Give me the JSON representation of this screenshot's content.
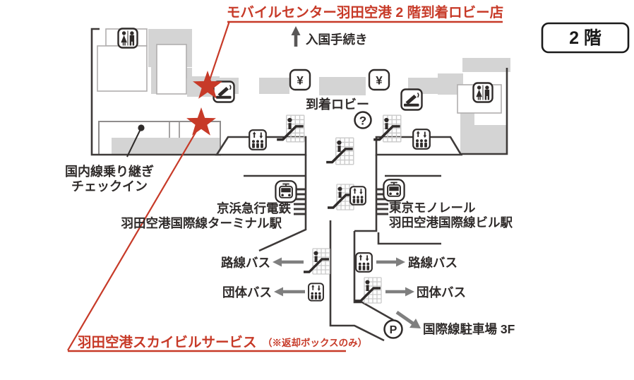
{
  "colors": {
    "accent_red": "#c73a28",
    "wall": "#3e3a39",
    "text": "#2f2b2a",
    "gray_block": "#d4d4d4",
    "light_grid": "#c9c9c9",
    "arrow_gray": "#7f7f7f",
    "dark_arrow": "#595757"
  },
  "header": {
    "store_label": "モバイルセンター羽田空港 2 階到着ロビー店",
    "floor_badge": "2 階"
  },
  "footer": {
    "service_label": "羽田空港スカイビルサービス",
    "service_note": "（※返却ボックスのみ）"
  },
  "map": {
    "immigration": "入国手続き",
    "arrival_lobby": "到着ロビー",
    "domestic_transfer": {
      "line1": "国内線乗り継ぎ",
      "line2": "チェックイン"
    },
    "stations": {
      "keikyu": {
        "line1": "京浜急行電鉄",
        "line2": "羽田空港国際線ターミナル駅"
      },
      "monorail": {
        "line1": "東京モノレール",
        "line2": "羽田空港国際線ビル駅"
      }
    },
    "buses": {
      "left_route": "路線バス",
      "left_group": "団体バス",
      "right_route": "路線バス",
      "right_group": "団体バス"
    },
    "parking_label": "国際線駐車場 3F",
    "symbols": {
      "yen": "¥",
      "question": "?",
      "parking": "P"
    },
    "icons": [
      "restroom-icon",
      "smoking-area-icon",
      "currency-exchange-icon",
      "information-icon",
      "elevator-icon",
      "escalator-icon",
      "train-icon",
      "parking-icon",
      "star-marker"
    ]
  }
}
